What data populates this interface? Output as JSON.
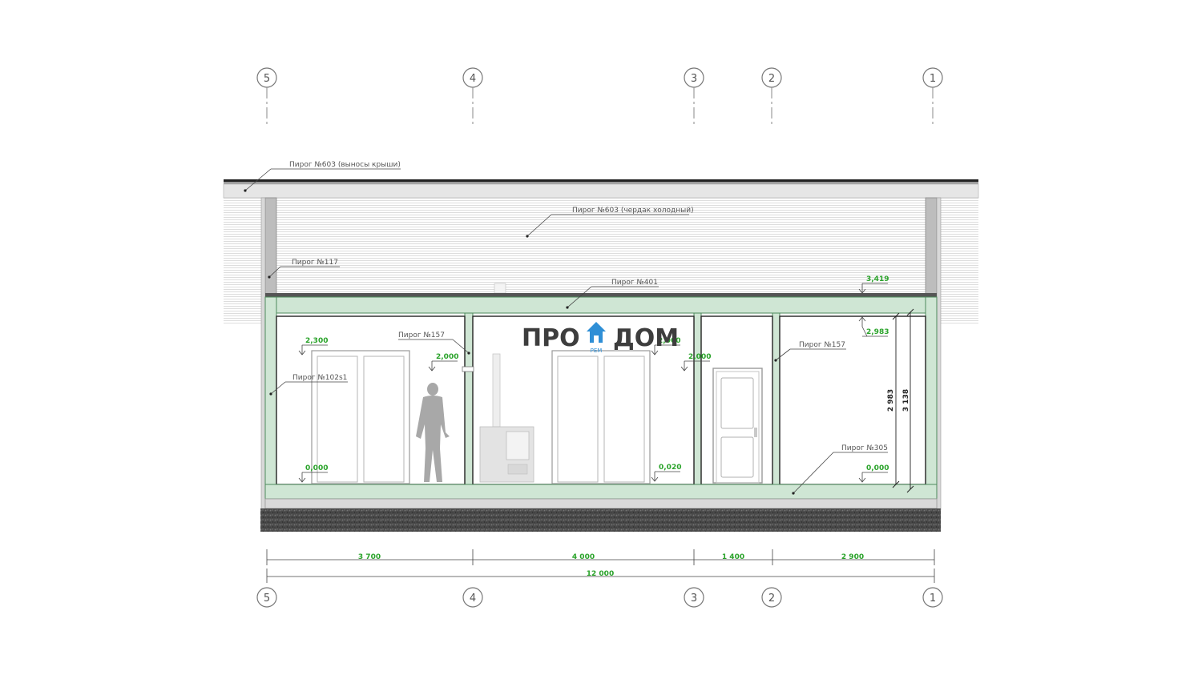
{
  "colors": {
    "green_fill": "#cfe6d4",
    "green_stroke": "#4e8a5c",
    "level_text": "#2aa32a",
    "label_text": "#555555",
    "logo_dark": "#3d3d3d",
    "logo_blue": "#2f8fd6"
  },
  "axes": [
    {
      "id": "5",
      "label": "5"
    },
    {
      "id": "4",
      "label": "4"
    },
    {
      "id": "3",
      "label": "3"
    },
    {
      "id": "2",
      "label": "2"
    },
    {
      "id": "1",
      "label": "1"
    }
  ],
  "labels": {
    "roof_overhang": "Пирог №603  (выносы крыши)",
    "attic_cold": "Пирог №603 (чердак холодный)",
    "wall_117": "Пирог №117",
    "floor_401": "Пирог №401",
    "wall_157_left": "Пирог №157",
    "wall_157_right": "Пирог №157",
    "wall_102": "Пирог №102s1",
    "floor_305": "Пирог №305"
  },
  "levels": {
    "l_3419": "3,419",
    "l_2983": "2,983",
    "l_2300": "2,300",
    "l_2000_a": "2,000",
    "l_2000_b": "2,000",
    "l_2000_c": "2,000",
    "l_0000_a": "0,000",
    "l_0020": "0,020",
    "l_0000_b": "0,000"
  },
  "vertical_dims": {
    "d_2983": "2 983",
    "d_3138": "3 138"
  },
  "dimensions": {
    "seg_1": "3 700",
    "seg_2": "4 000",
    "seg_3": "1 400",
    "seg_4": "2 900",
    "total": "12 000"
  },
  "logo": {
    "left": "ПРО",
    "right": "ДОМ",
    "sub": "РЕМ"
  }
}
